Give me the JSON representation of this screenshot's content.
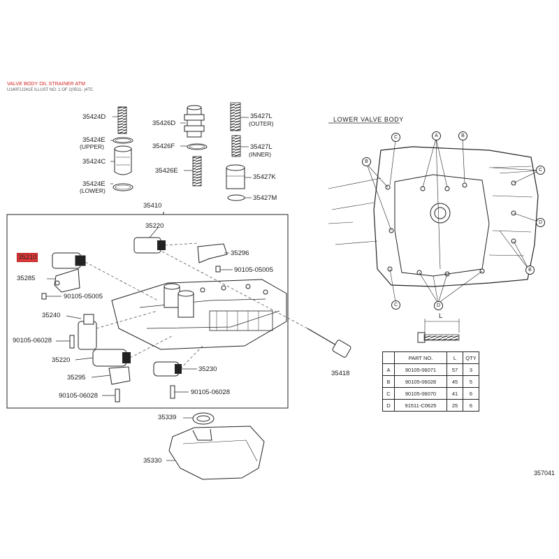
{
  "header": {
    "title": "VALVE BODY OIL STRAINER ATM",
    "subtitle": "U140F,U241E ILLUST NO. 1 OF 2(0511- )4TC"
  },
  "lower_valve_body_label": "LOWER  VALVE  BODY",
  "parts": {
    "p35424D": "35424D",
    "p35424E_upper": "35424E",
    "upper": "(UPPER)",
    "p35424C": "35424C",
    "p35424E_lower": "35424E",
    "lower": "(LOWER)",
    "p35426D": "35426D",
    "p35426F": "35426F",
    "p35426E": "35426E",
    "p35427L_outer": "35427L",
    "outer": "(OUTER)",
    "p35427L_inner": "35427L",
    "inner": "(INNER)",
    "p35427K": "35427K",
    "p35427M": "35427M",
    "p35410": "35410",
    "p35220_top": "35220",
    "p35210": "35210",
    "p35296": "35296",
    "b90105_05005_a": "90105-05005",
    "p35285": "35285",
    "b90105_05005_b": "90105-05005",
    "p35240": "35240",
    "b90105_06028_a": "90105-06028",
    "p35220_bot": "35220",
    "p35230": "35230",
    "p35295": "35295",
    "b90105_06028_b": "90105-06028",
    "b90105_06028_c": "90105-06028",
    "p35418": "35418",
    "p35339": "35339",
    "p35330": "35330"
  },
  "bolt_table": {
    "headers": [
      "",
      "PART NO.",
      "L",
      "QTY"
    ],
    "rows": [
      {
        "key": "A",
        "part": "90105-06071",
        "l": "57",
        "qty": "3"
      },
      {
        "key": "B",
        "part": "90105-06028",
        "l": "45",
        "qty": "5"
      },
      {
        "key": "C",
        "part": "90105-06070",
        "l": "41",
        "qty": "6"
      },
      {
        "key": "D",
        "part": "91511-C0625",
        "l": "25",
        "qty": "6"
      }
    ]
  },
  "bolt_length_label": "L",
  "figure_number": "357041",
  "bubbles": {
    "a": "A",
    "b": "B",
    "c": "C",
    "d": "D"
  },
  "colors": {
    "highlight": "#e23a3a",
    "title": "#d42020",
    "line": "#222222"
  }
}
